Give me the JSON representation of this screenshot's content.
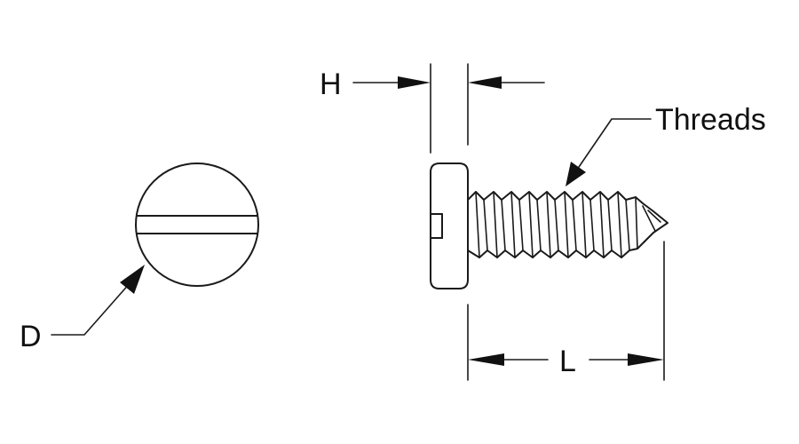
{
  "labels": {
    "height": "H",
    "threads": "Threads",
    "diameter": "D",
    "length": "L"
  },
  "colors": {
    "line": "#1a1a1a",
    "background": "#ffffff"
  }
}
